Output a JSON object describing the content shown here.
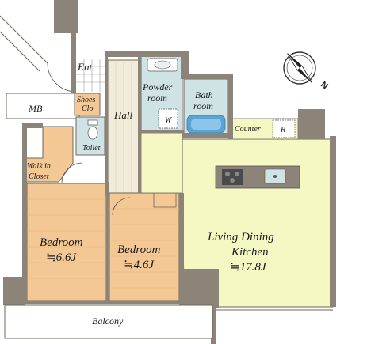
{
  "colors": {
    "wall": "#8c8478",
    "wall_dark": "#6d665c",
    "bedroom_floor": "#f3c894",
    "ldk_floor": "#f6f8c4",
    "wet_area": "#cfe2e4",
    "hall_floor": "#f1ecd9",
    "closet_floor": "#f3c894",
    "balcony": "#ffffff",
    "bath_tub": "#5aa4d6"
  },
  "labels": {
    "ent": "Ent",
    "mb": "MB",
    "shoes_line1": "Shoes",
    "shoes_line2": "Clo",
    "powder_line1": "Powder",
    "powder_line2": "room",
    "bath_line1": "Bath",
    "bath_line2": "room",
    "hall": "Hall",
    "toilet": "Toilet",
    "counter": "Counter",
    "walk_line1": "Walk in",
    "walk_line2": "Closet",
    "bedroom1_name": "Bedroom",
    "bedroom1_size": "≒6.6J",
    "bedroom2_name": "Bedroom",
    "bedroom2_size": "≒4.6J",
    "ldk_line1": "Living Dining",
    "ldk_line2": "Kitchen",
    "ldk_size": "≒17.8J",
    "balcony": "Balcony",
    "washer_mark": "W",
    "fridge_mark": "R",
    "compass_n": "N"
  },
  "icons": {
    "compass": "compass-icon",
    "tub": "bathtub-icon",
    "toilet": "toilet-icon",
    "sink": "sink-icon",
    "stove": "stove-icon"
  }
}
